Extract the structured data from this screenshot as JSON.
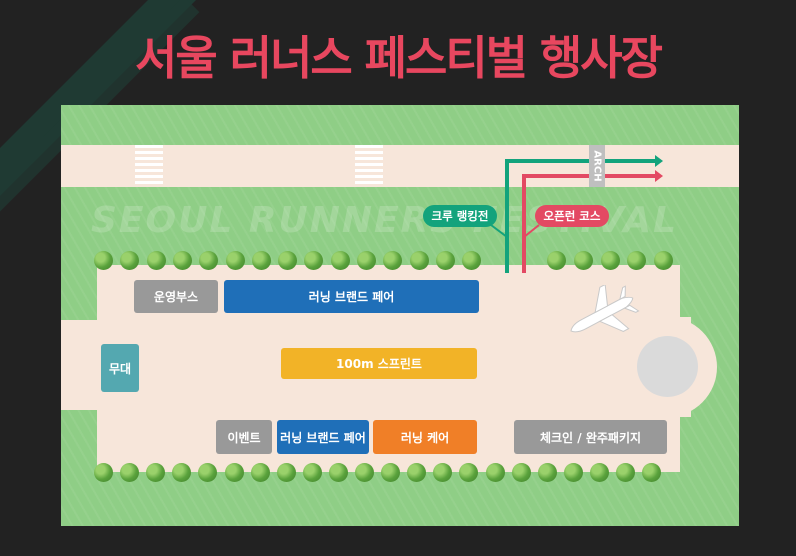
{
  "title": "서울 러너스 페스티벌 행사장",
  "watermark": "SEOUL RUNNERS FESTIVAL",
  "arch_label": "ARCH",
  "zones": {
    "operation_booth": "운영부스",
    "running_brand_fair_top": "러닝 브랜드 페어",
    "stage": "무대",
    "sprint": "100m 스프린트",
    "event": "이벤트",
    "running_brand_fair_bottom": "러닝 브랜드 페어",
    "running_care": "러닝 케어",
    "checkin": "체크인 / 완주패키지"
  },
  "routes": {
    "crew_ranking": "크루 랭킹전",
    "open_run": "오픈런 코스"
  },
  "colors": {
    "title": "#e8475f",
    "grass": "#8fce86",
    "path": "#f7e6da",
    "gray_block": "#999999",
    "blue_block": "#1f6fb8",
    "yellow_block": "#f2b327",
    "teal_block": "#54a8b0",
    "orange_block": "#f07f27",
    "crew_route": "#13a37c",
    "open_route": "#e34963"
  },
  "icons": [
    "airplane-icon",
    "tree-icon"
  ]
}
